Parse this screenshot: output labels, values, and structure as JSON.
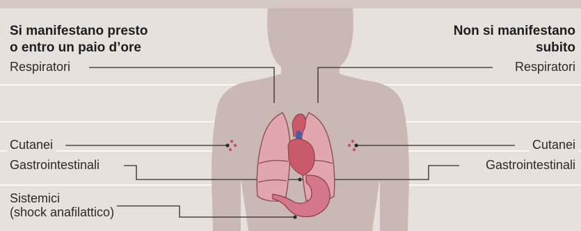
{
  "heading_left": [
    "Si manifestano presto",
    "o entro un paio d’ore"
  ],
  "heading_right": [
    "Non si manifestano",
    "subito"
  ],
  "left_labels": {
    "respiratory": "Respiratori",
    "skin": "Cutanei",
    "gastro": "Gastrointestinali",
    "systemic": [
      "Sistemici",
      "(shock anafilattico)"
    ]
  },
  "right_labels": {
    "respiratory": "Respiratori",
    "skin": "Cutanei",
    "gastro": "Gastrointestinali"
  },
  "colors": {
    "background": "#e7e1dd",
    "silhouette": "#c9b8b3",
    "lung": "#e2a7ae",
    "lung_stroke": "#8a4f56",
    "heart": "#c85a6a",
    "vein": "#4a5ea8",
    "stomach": "#d4778a",
    "rash_dot": "#c94e72",
    "leader_line": "#2b2b2b",
    "separator": "#ffffff"
  }
}
